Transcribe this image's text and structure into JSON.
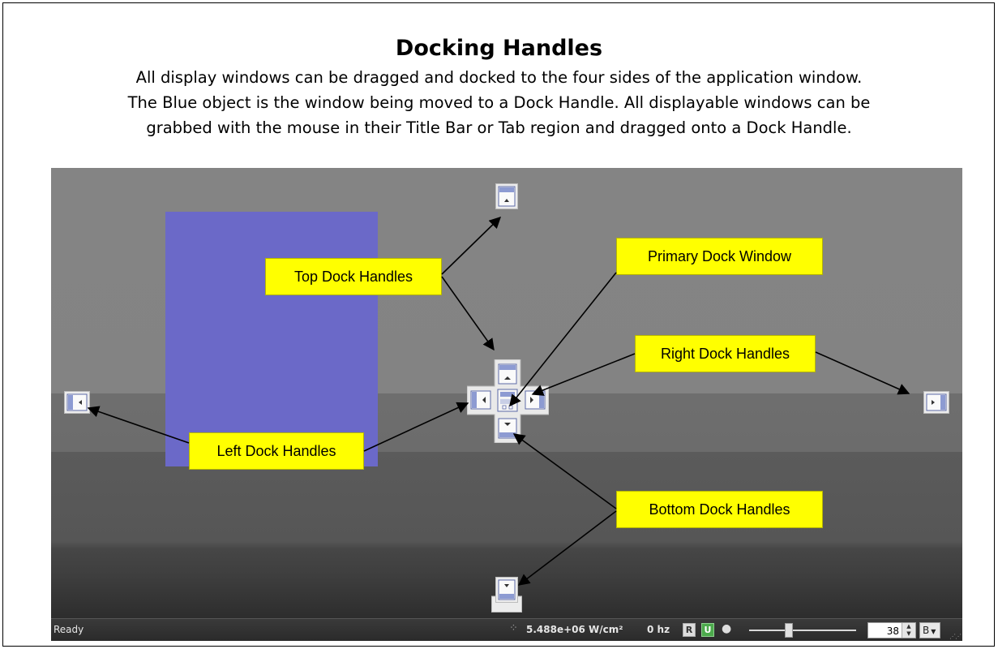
{
  "slide": {
    "title": "Docking Handles",
    "description": [
      "All display windows can be dragged and docked to the four sides of the application window.",
      "The Blue object is the window being moved to a Dock Handle.  All displayable windows can be",
      "grabbed with the mouse in their Title Bar or Tab region and dragged onto a Dock Handle."
    ]
  },
  "callouts": {
    "top": "Top Dock Handles",
    "primary": "Primary Dock Window",
    "right": "Right Dock Handles",
    "left": "Left Dock Handles",
    "bottom": "Bottom Dock Handles"
  },
  "colors": {
    "callout": "#ffff00",
    "blue_window": "#6b69c8",
    "app_background": "#838383"
  },
  "statusbar": {
    "status": "Ready",
    "intensity": "5.488e+06 W/cm²",
    "frequency": "0 hz",
    "badge_r": "R",
    "badge_u": "U",
    "zoom_value": "38",
    "dropdown_value": "B"
  }
}
